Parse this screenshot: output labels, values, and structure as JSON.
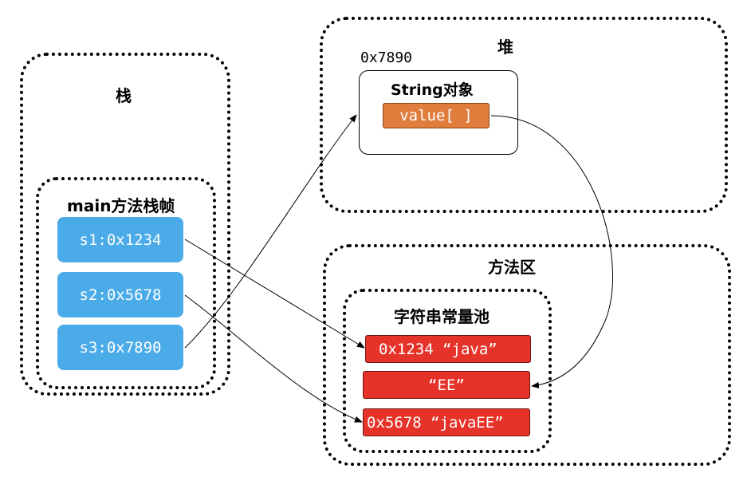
{
  "stack": {
    "title": "栈",
    "frame_title": "main方法栈帧",
    "vars": [
      "s1:0x1234",
      "s2:0x5678",
      "s3:0x7890"
    ]
  },
  "heap": {
    "title": "堆",
    "address": "0x7890",
    "object_title": "String对象",
    "field": "value[ ]"
  },
  "method_area": {
    "title": "方法区",
    "pool_title": "字符串常量池",
    "entries": [
      "0x1234 “java”",
      "“EE”",
      "0x5678 “javaEE”"
    ]
  },
  "colors": {
    "variable": "#4aabe8",
    "pool_entry": "#e6332a",
    "field": "#e07d3c"
  }
}
